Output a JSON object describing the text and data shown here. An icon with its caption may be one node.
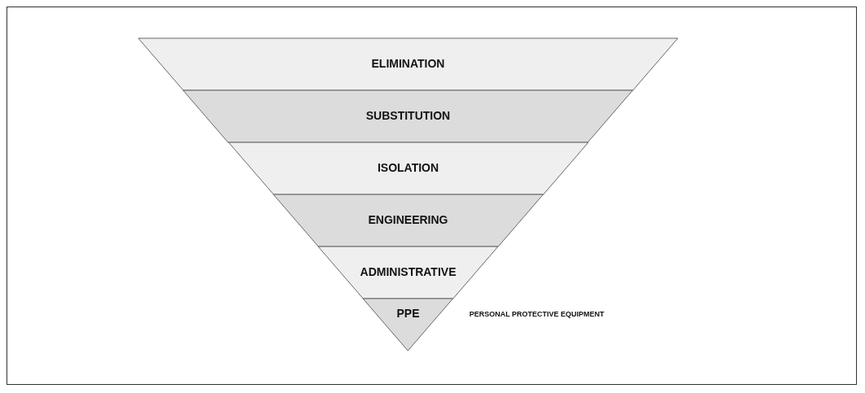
{
  "diagram": {
    "nodes": [
      {
        "text": [
          "ELIMINATION"
        ]
      },
      {
        "text": [
          "SUBSTITUTION"
        ]
      },
      {
        "text": [
          "ISOLATION"
        ]
      },
      {
        "text": [
          "ENGINEERING"
        ]
      },
      {
        "text": [
          "ADMINISTRATIVE"
        ]
      },
      {
        "text": [
          "PPE"
        ],
        "beside": [
          "PERSONAL PROTECTIVE EQUIPMENT"
        ]
      }
    ],
    "edges": []
  }
}
